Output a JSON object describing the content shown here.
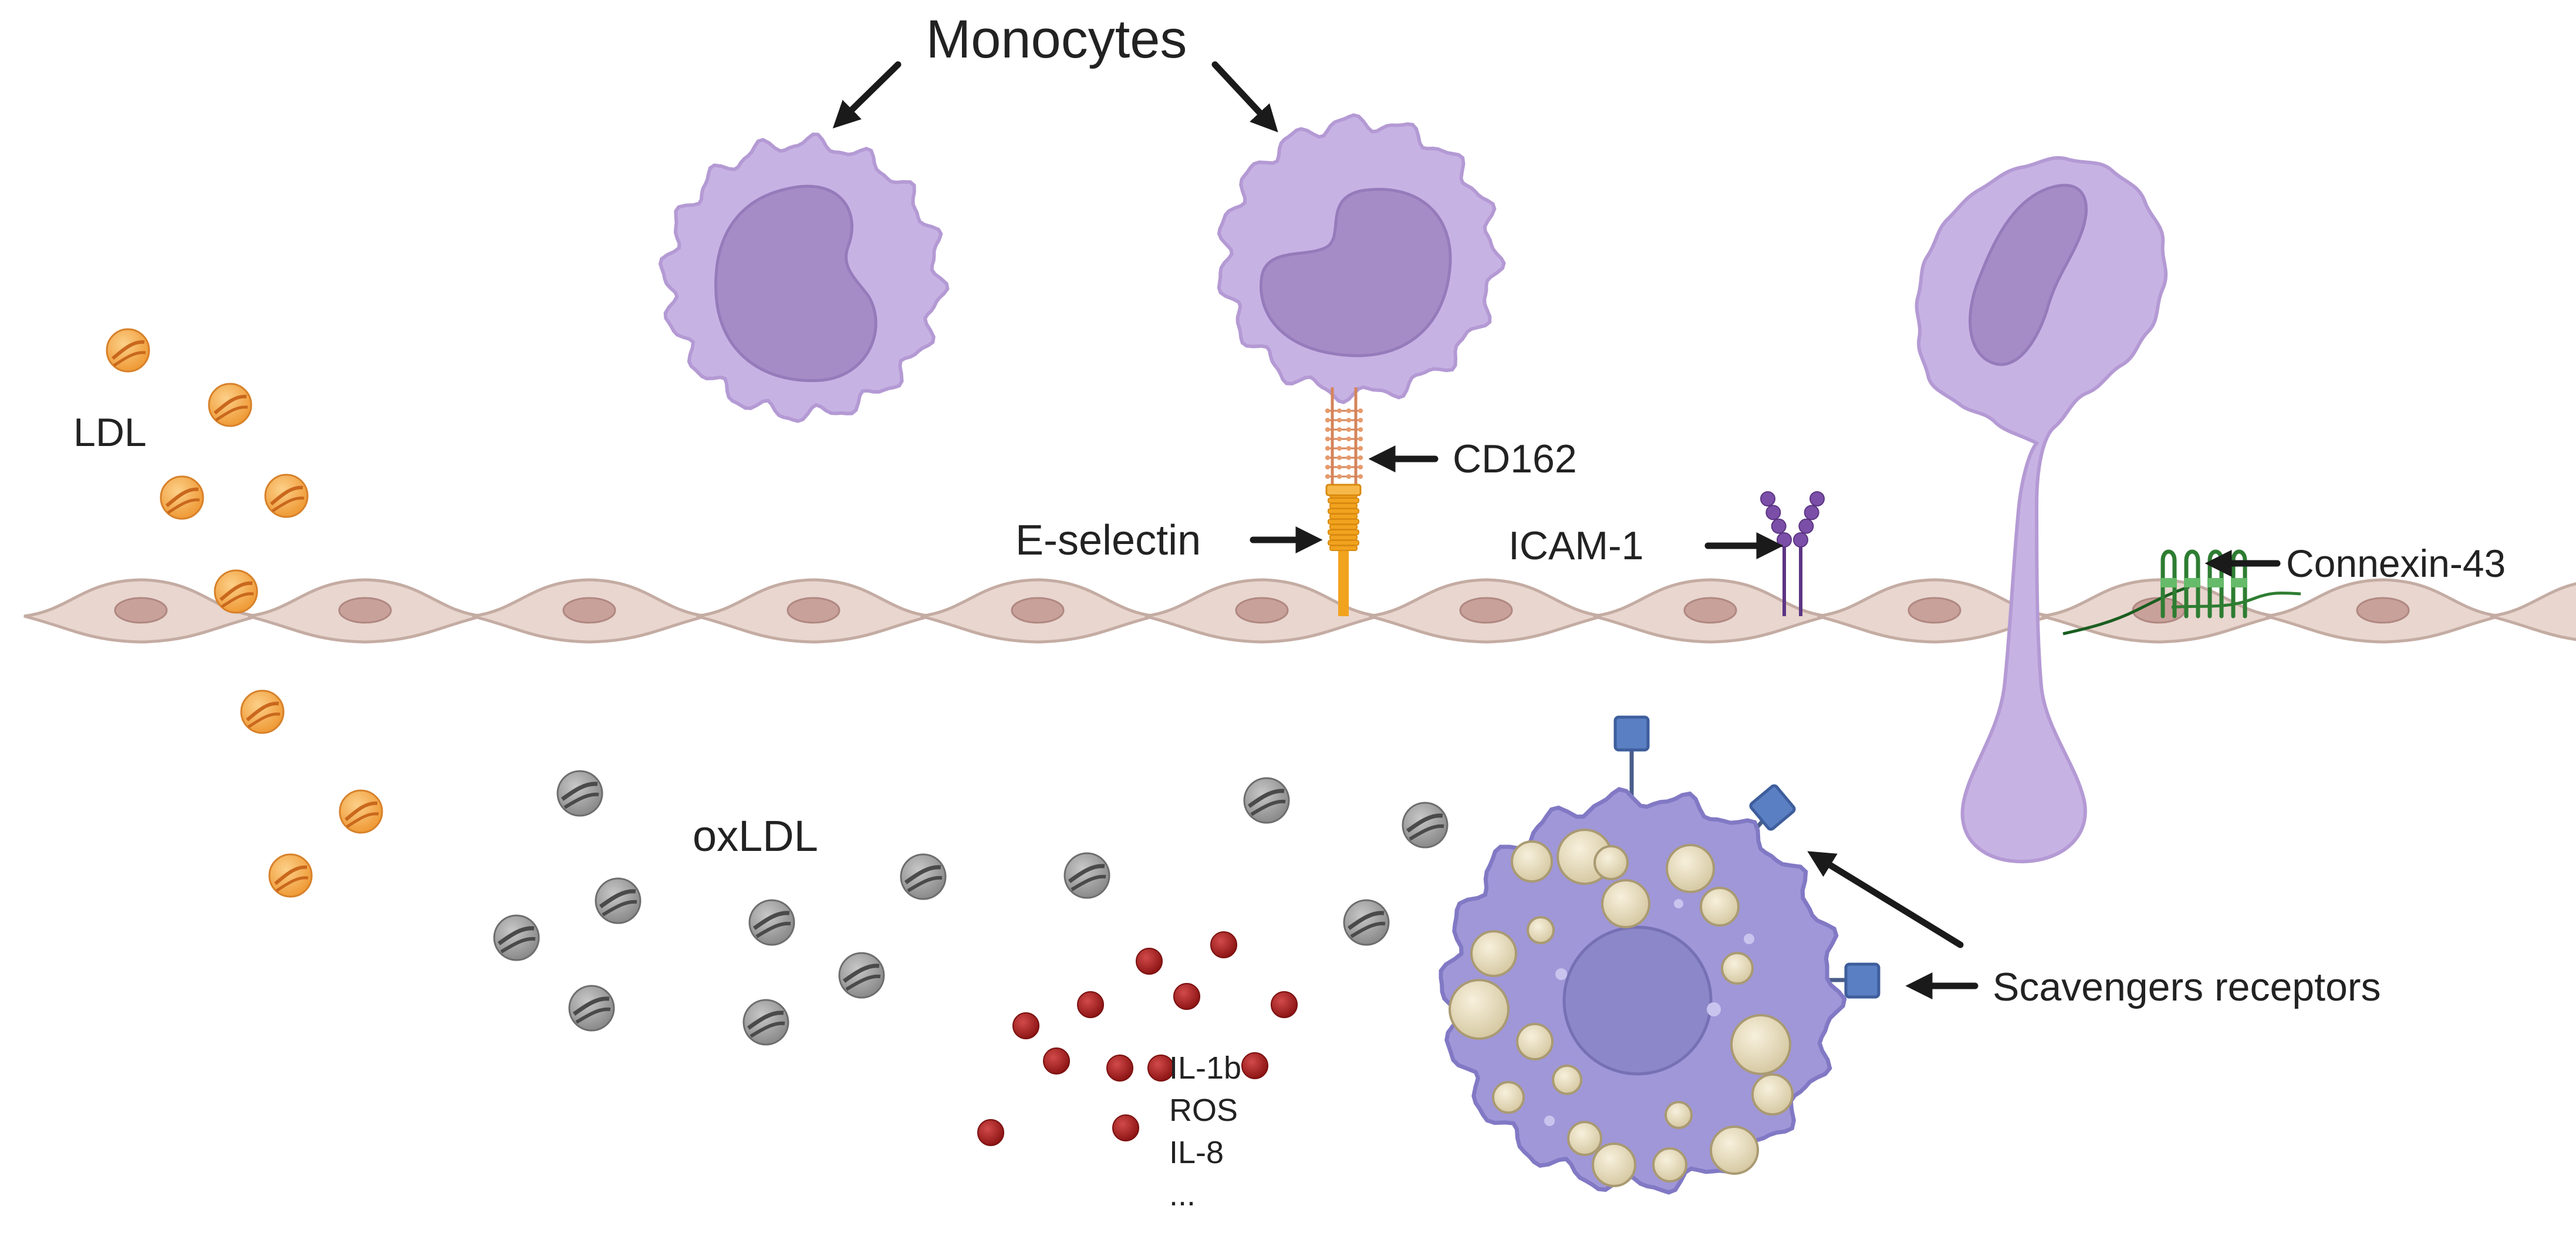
{
  "labels": {
    "monocytes": "Monocytes",
    "ldl": "LDL",
    "cd162": "CD162",
    "e_selectin": "E-selectin",
    "icam1": "ICAM-1",
    "connexin43": "Connexin-43",
    "oxldl": "oxLDL",
    "scavenger_receptors": "Scavengers receptors"
  },
  "mediators": [
    "IL-1b",
    "ROS",
    "IL-8",
    "..."
  ],
  "colors": {
    "monocyte_fill": "#c7b2e4",
    "monocyte_edge": "#b49ad4",
    "nucleus_fill": "#a58cc6",
    "ldl_fill": "#f3a64a",
    "ldl_stripe": "#c9681d",
    "oxldl_fill": "#9b9b9b",
    "oxldl_stripe": "#4a4a4a",
    "endothelial_fill": "#e8d6cf",
    "endothelial_edge": "#c4aca3",
    "endothelial_nucleus": "#c9a19b",
    "e_selectin": "#f2a31e",
    "cd162": "#d5845a",
    "icam1": "#7b4fa8",
    "connexin": "#2e7d32",
    "foam_cell_fill": "#9f97d8",
    "foam_cell_edge": "#8179c4",
    "lipid_droplet": "#e6dcc0",
    "scavenger_receptor": "#5a7fc2",
    "cytokine": "#a11d1d",
    "arrow": "#1a1a1a"
  }
}
